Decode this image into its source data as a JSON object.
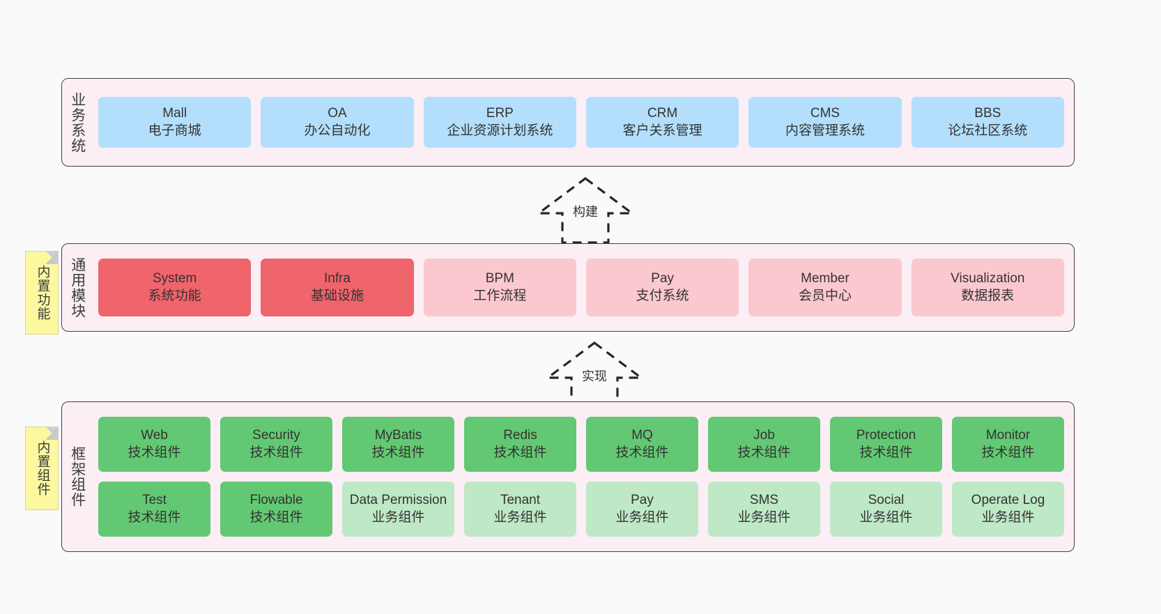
{
  "diagram": {
    "layers": [
      {
        "id": "business",
        "title": "业务系统",
        "rows": [
          {
            "nodes": [
              {
                "name": "Mall",
                "sub": "电子商城"
              },
              {
                "name": "OA",
                "sub": "办公自动化"
              },
              {
                "name": "ERP",
                "sub": "企业资源计划系统"
              },
              {
                "name": "CRM",
                "sub": "客户关系管理"
              },
              {
                "name": "CMS",
                "sub": "内容管理系统"
              },
              {
                "name": "BBS",
                "sub": "论坛社区系统"
              }
            ]
          }
        ]
      },
      {
        "id": "modules",
        "title": "通用模块",
        "rows": [
          {
            "nodes": [
              {
                "name": "System",
                "sub": "系统功能"
              },
              {
                "name": "Infra",
                "sub": "基础设施"
              },
              {
                "name": "BPM",
                "sub": "工作流程"
              },
              {
                "name": "Pay",
                "sub": "支付系统"
              },
              {
                "name": "Member",
                "sub": "会员中心"
              },
              {
                "name": "Visualization",
                "sub": "数据报表"
              }
            ]
          }
        ]
      },
      {
        "id": "framework",
        "title": "框架组件",
        "rows": [
          {
            "nodes": [
              {
                "name": "Web",
                "sub": "技术组件"
              },
              {
                "name": "Security",
                "sub": "技术组件"
              },
              {
                "name": "MyBatis",
                "sub": "技术组件"
              },
              {
                "name": "Redis",
                "sub": "技术组件"
              },
              {
                "name": "MQ",
                "sub": "技术组件"
              },
              {
                "name": "Job",
                "sub": "技术组件"
              },
              {
                "name": "Protection",
                "sub": "技术组件"
              },
              {
                "name": "Monitor",
                "sub": "技术组件"
              }
            ]
          },
          {
            "nodes": [
              {
                "name": "Test",
                "sub": "技术组件"
              },
              {
                "name": "Flowable",
                "sub": "技术组件"
              },
              {
                "name": "Data Permission",
                "sub": "业务组件"
              },
              {
                "name": "Tenant",
                "sub": "业务组件"
              },
              {
                "name": "Pay",
                "sub": "业务组件"
              },
              {
                "name": "SMS",
                "sub": "业务组件"
              },
              {
                "name": "Social",
                "sub": "业务组件"
              },
              {
                "name": "Operate Log",
                "sub": "业务组件"
              }
            ]
          }
        ]
      }
    ],
    "notes": [
      {
        "id": "features",
        "label": "内置功能"
      },
      {
        "id": "components",
        "label": "内置组件"
      }
    ],
    "arrows": [
      {
        "id": "build",
        "label": "构建"
      },
      {
        "id": "impl",
        "label": "实现"
      }
    ]
  },
  "colors": {
    "canvas": "#fafafa",
    "layer_fill": "#fbeef5",
    "layer_border": "#4a3c46",
    "business_node": "#b3dffc",
    "module_highlight": "#f0646c",
    "module_node": "#fcc8d0",
    "tech_node": "#63c873",
    "biz_node": "#bfe8c6",
    "note_fill": "#fbf8a0",
    "text": "#333333"
  }
}
